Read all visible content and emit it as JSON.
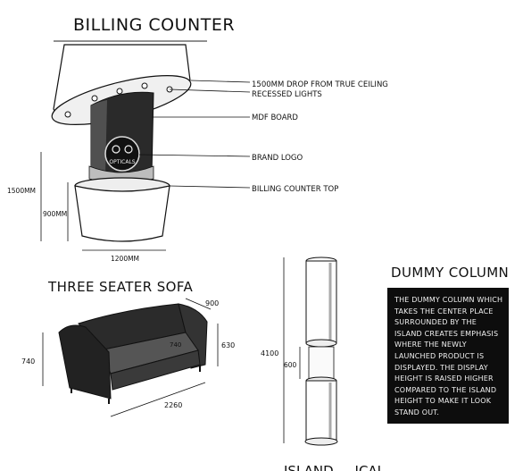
{
  "billing": {
    "title": "BILLING COUNTER",
    "callouts": {
      "drop": "1500MM DROP FROM TRUE CEILING",
      "lights": "RECESSED LIGHTS",
      "mdf": "MDF BOARD",
      "logo": "BRAND LOGO",
      "top": "BILLING COUNTER TOP"
    },
    "logo_text": "OPTICALS",
    "dims": {
      "height_total": "1500MM",
      "height_counter": "900MM",
      "width": "1200MM"
    }
  },
  "sofa": {
    "title": "THREE SEATER SOFA",
    "dims": {
      "depth": "900",
      "height": "630",
      "seat": "740",
      "back": "740",
      "length": "2260"
    }
  },
  "dummy_column": {
    "title": "DUMMY COLUMN",
    "dims": {
      "total": "4100",
      "display": "600"
    },
    "description": "THE DUMMY COLUMN WHICH TAKES THE CENTER PLACE SURROUNDED BY THE ISLAND CREATES EMPHASIS WHERE THE NEWLY LAUNCHED PRODUCT IS DISPLAYED. THE DISPLAY HEIGHT IS RAISED HIGHER COMPARED TO THE ISLAND HEIGHT TO MAKE IT LOOK STAND OUT."
  },
  "footer_partial": "ISLAND ... ICAL"
}
